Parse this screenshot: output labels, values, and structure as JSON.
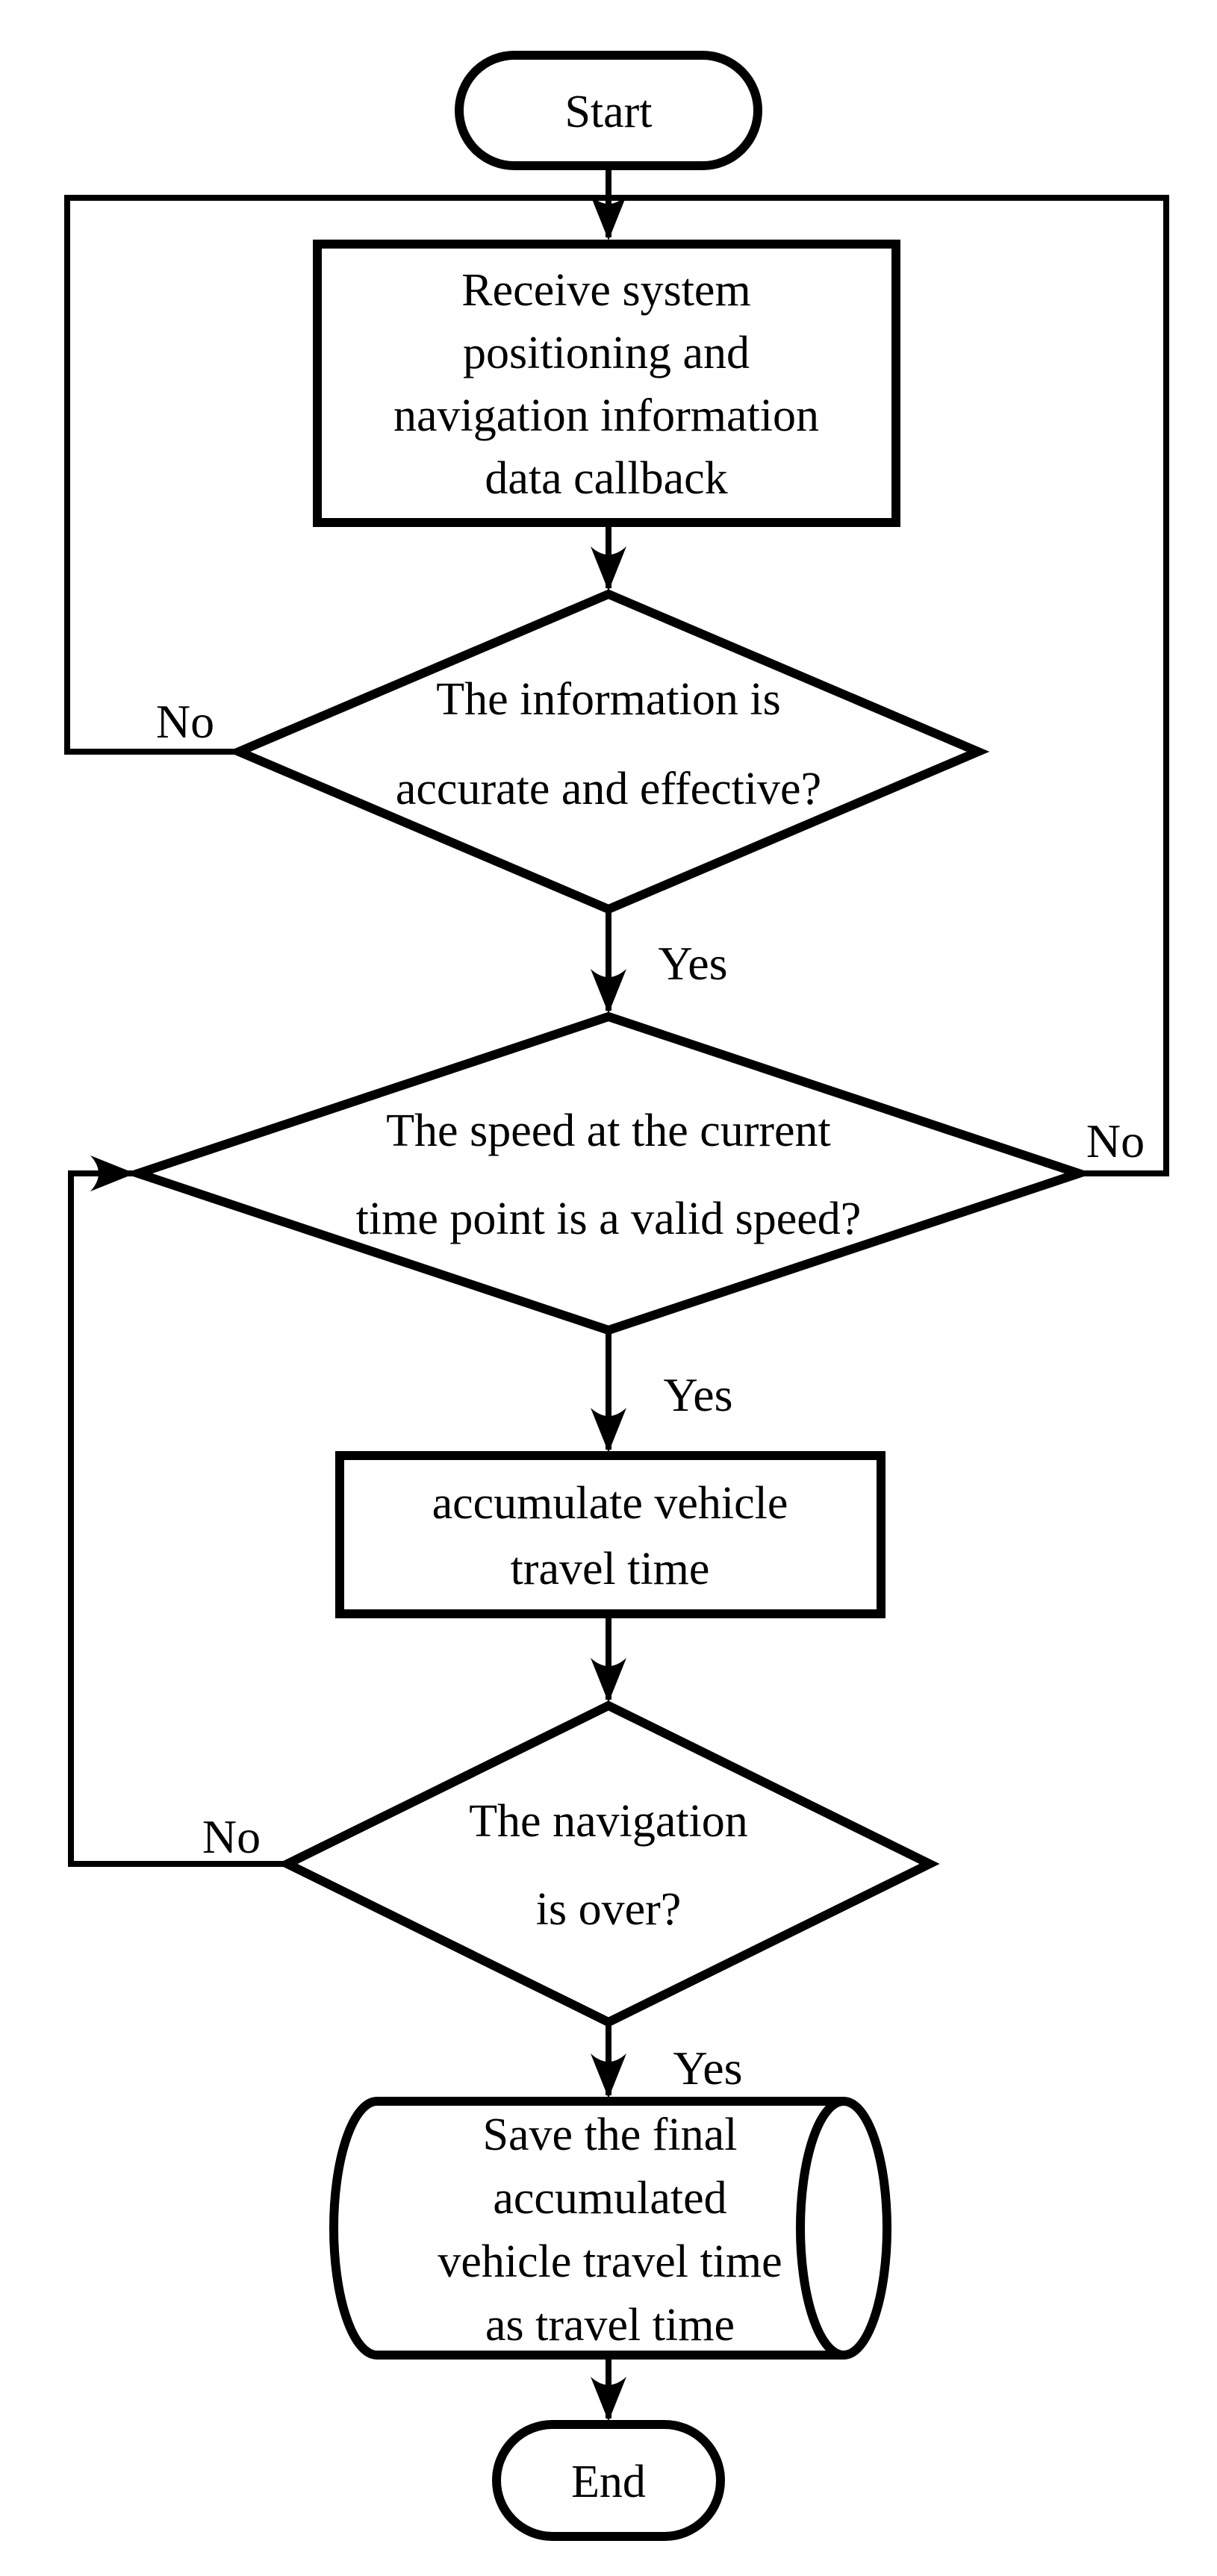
{
  "figure": {
    "type": "flowchart",
    "background_color": "#ffffff",
    "ink_color": "#000000"
  },
  "nodes": {
    "start": {
      "type": "terminator",
      "label": "Start"
    },
    "receive": {
      "type": "process",
      "lines": [
        "Receive system",
        "positioning and",
        "navigation information",
        "data callback"
      ]
    },
    "info_check": {
      "type": "decision",
      "lines": [
        "The information is",
        "accurate and effective?"
      ]
    },
    "speed_check": {
      "type": "decision",
      "lines": [
        "The speed at the current",
        "time point is a valid speed?"
      ]
    },
    "accumulate": {
      "type": "process",
      "lines": [
        "accumulate vehicle",
        "travel time"
      ]
    },
    "nav_over": {
      "type": "decision",
      "lines": [
        "The navigation",
        "is over?"
      ]
    },
    "save": {
      "type": "stored-data",
      "lines": [
        "Save the final",
        "accumulated",
        "vehicle travel time",
        "as travel time"
      ]
    },
    "end": {
      "type": "terminator",
      "label": "End"
    }
  },
  "edges": {
    "info_no": {
      "label": "No"
    },
    "info_yes": {
      "label": "Yes"
    },
    "speed_no": {
      "label": "No"
    },
    "speed_yes": {
      "label": "Yes"
    },
    "nav_no": {
      "label": "No"
    },
    "nav_yes": {
      "label": "Yes"
    }
  }
}
